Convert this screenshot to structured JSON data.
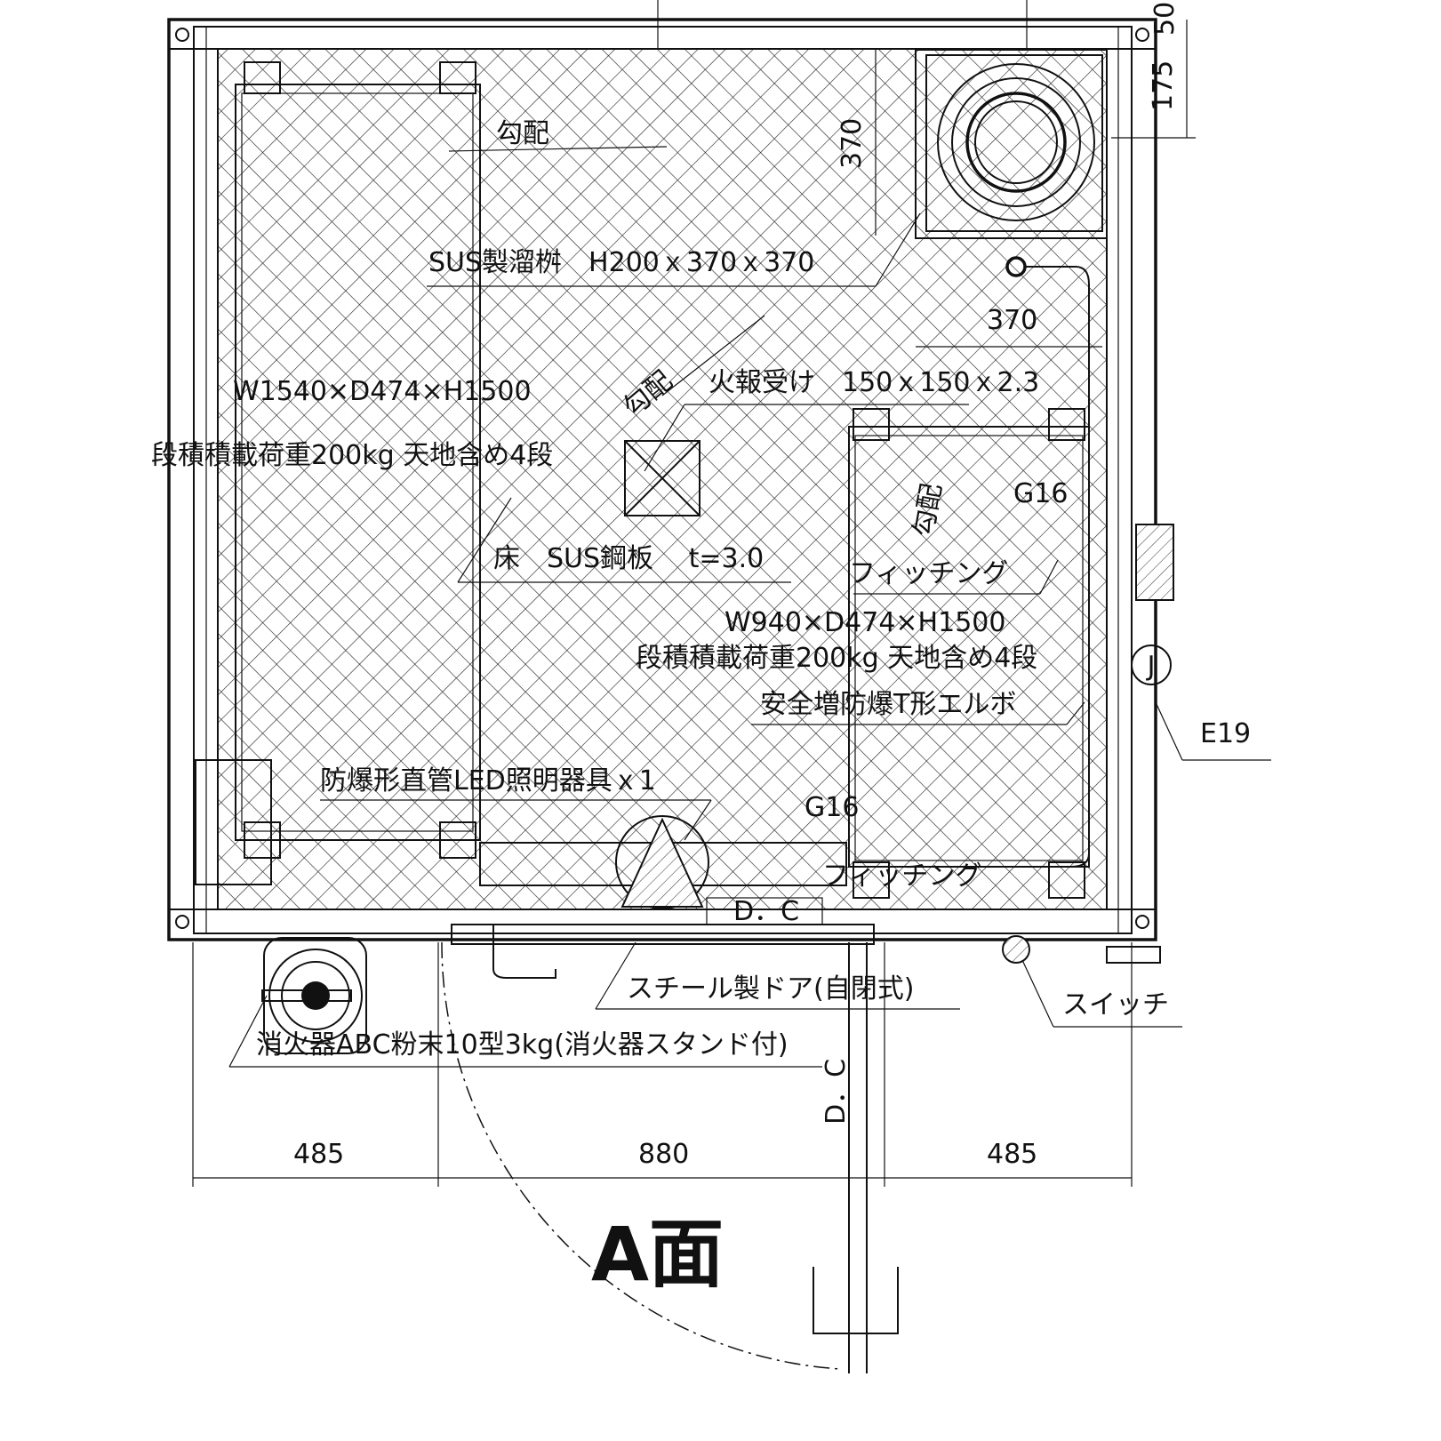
{
  "drawing": {
    "title": "A面",
    "labels": {
      "slope_top": "勾配",
      "slope_mid": "勾配",
      "slope_right": "勾配",
      "sump": "SUS製溜桝　H200ｘ370ｘ370",
      "fire_receiver": "火報受け　150ｘ150ｘ2.3",
      "left_shelf_size": "W1540×D474×H1500",
      "left_shelf_load": "段積積載荷重200kg 天地含め4段",
      "floor": "床　SUS鋼板　 t=3.0",
      "fitting_upper": "フィッチング",
      "right_shelf_size": "W940×D474×H1500",
      "right_shelf_load": "段積積載荷重200kg 天地含め4段",
      "elbow": "安全増防爆T形エルボ",
      "led": "防爆形直管LED照明器具ｘ1",
      "g16_upper": "G16",
      "g16_lower": "G16",
      "fitting_lower": "フィッチング",
      "e19": "E19",
      "dc_horizontal": "D．C",
      "dc_vertical": "D．C",
      "door": "スチール製ドア(自閉式)",
      "switch": "スイッチ",
      "extinguisher": "消火器ABC粉末10型3kg(消火器スタンド付)",
      "junction": "J"
    },
    "dimensions": {
      "top_right_50": "50",
      "top_right_175": "175",
      "sump_depth": "370",
      "sump_width": "370",
      "bottom_left": "485",
      "bottom_center": "880",
      "bottom_right": "485"
    }
  }
}
